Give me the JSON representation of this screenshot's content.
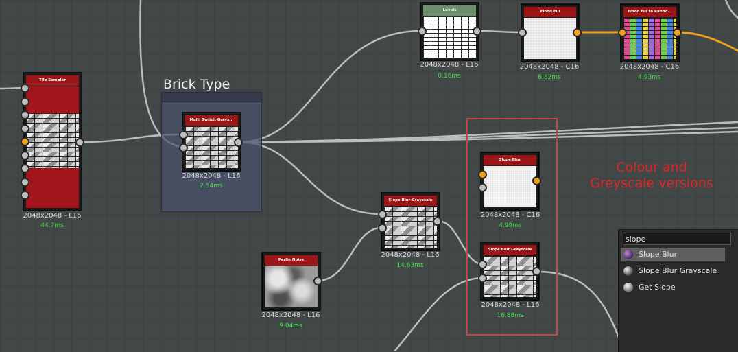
{
  "frame": {
    "title": "Brick Type"
  },
  "nodes": {
    "tile_sampler": {
      "title": "Tile Sampler",
      "res": "2048x2048 - L16",
      "time": "44.7ms"
    },
    "multi_switch": {
      "title": "Multi Switch Grays...",
      "res": "2048x2048 - L16",
      "time": "2.54ms"
    },
    "levels": {
      "title": "Levels",
      "res": "2048x2048 - L16",
      "time": "0.16ms"
    },
    "flood_fill": {
      "title": "Flood Fill",
      "res": "2048x2048 - C16",
      "time": "6.82ms"
    },
    "flood_random": {
      "title": "Flood Fill to Rando...",
      "res": "2048x2048 - C16",
      "time": "4.93ms"
    },
    "slope_blur_gs": {
      "title": "Slope Blur Grayscale",
      "res": "2048x2048 - L16",
      "time": "14.63ms"
    },
    "perlin": {
      "title": "Perlin Noise",
      "res": "2048x2048 - L16",
      "time": "9.04ms"
    },
    "slope_blur": {
      "title": "Slope Blur",
      "res": "2048x2048 - C16",
      "time": "4.99ms"
    },
    "slope_blur_gs2": {
      "title": "Slope Blur Grayscale",
      "res": "2048x2048 - L16",
      "time": "16.88ms"
    }
  },
  "note": {
    "line1": "Colour and",
    "line2": "Greyscale versions"
  },
  "search": {
    "query": "slope",
    "results": [
      {
        "label": "Slope Blur",
        "icon": "slope-blur-icon",
        "selected": true
      },
      {
        "label": "Slope Blur Grayscale",
        "icon": "slope-blur-grayscale-icon",
        "selected": false
      },
      {
        "label": "Get Slope",
        "icon": "get-slope-icon",
        "selected": false
      }
    ]
  },
  "colors": {
    "canvas": "#424848",
    "node_header": "#9b1717",
    "levels_header": "#6b8f6a",
    "color_wire": "#f1a01d",
    "timing": "#45e045",
    "annotation": "#e02525"
  }
}
